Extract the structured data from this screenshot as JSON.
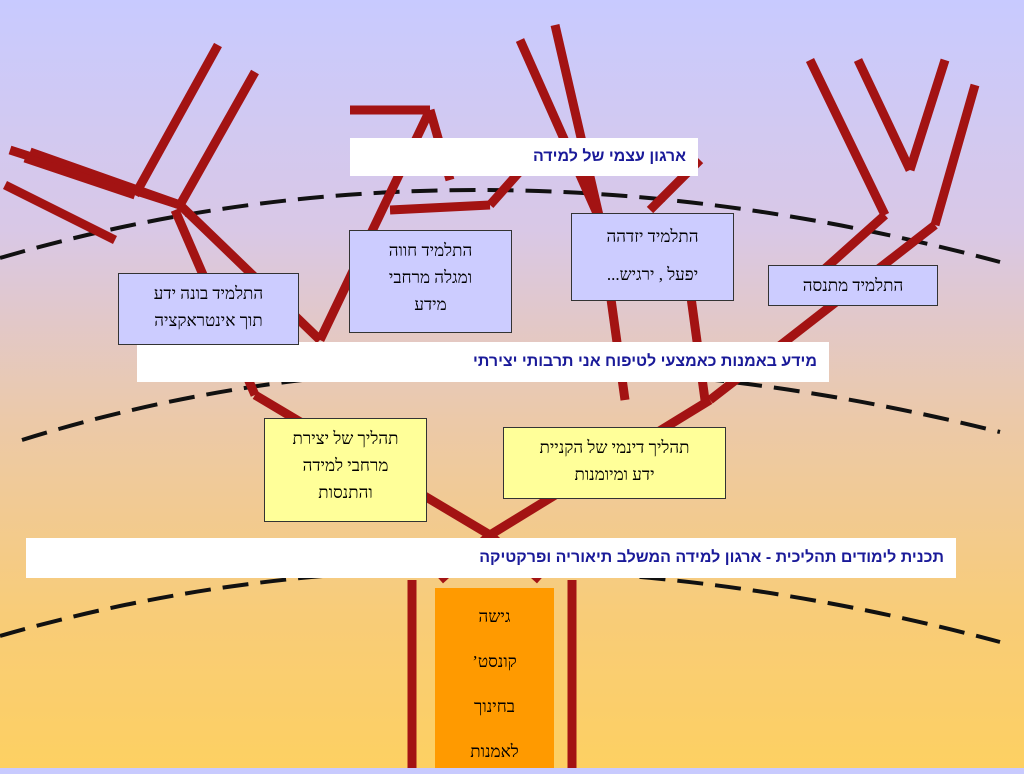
{
  "banners": {
    "top": "ארגון עצמי של למידה",
    "middle": "מידע באמנות כאמצעי לטיפוח אני תרבותי יצירתי",
    "bottom": "תכנית לימודים תהליכית - ארגון למידה המשלב תיאוריה ופרקטיקה"
  },
  "boxes": {
    "builds_knowledge": [
      "התלמיד בונה ידע",
      "תוך אינטראקציה"
    ],
    "experiences": [
      "התלמיד חווה",
      "ומגלה מרחבי",
      "מידע"
    ],
    "identifies": [
      "התלמיד יזדהה",
      "יפעל , ירגיש..."
    ],
    "experiments": [
      "התלמיד מתנסה"
    ],
    "creating_spaces": [
      "תהליך  של יצירת",
      "מרחבי למידה",
      "והתנסות"
    ],
    "dynamic_process": [
      "תהליך דינמי  של הקניית",
      "ידע  ומיומנות"
    ],
    "trunk": [
      "גישה",
      "קונסט’",
      "בחינוך",
      "לאמנות"
    ]
  },
  "colors": {
    "branch": "#a31313",
    "banner_text": "#1a1a99",
    "lavender_box": "#ccccff",
    "yellow_box": "#ffff99",
    "trunk_box": "#ff9a00"
  }
}
